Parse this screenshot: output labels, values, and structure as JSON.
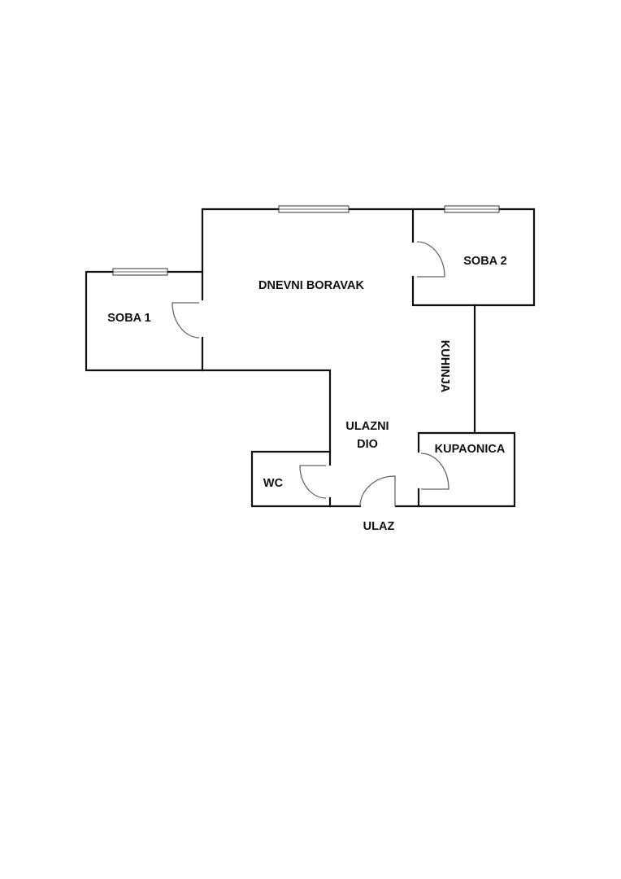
{
  "rooms": {
    "living": "DNEVNI BORAVAK",
    "room1": "SOBA 1",
    "room2": "SOBA 2",
    "kitchen": "KUHINJA",
    "hall_line1": "ULAZNI",
    "hall_line2": "DIO",
    "bathroom": "KUPAONICA",
    "wc": "WC",
    "entrance": "ULAZ"
  }
}
